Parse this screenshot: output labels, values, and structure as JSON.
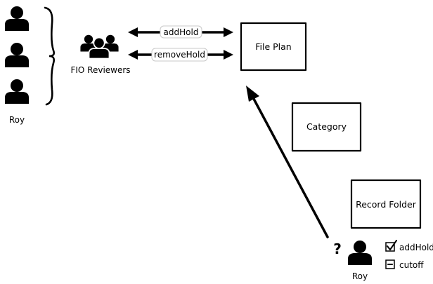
{
  "people": {
    "roy_group_label": "Roy",
    "reviewers_label": "FIO Reviewers",
    "roy_bottom_label": "Roy"
  },
  "relations": {
    "add_hold": "addHold",
    "remove_hold": "removeHold"
  },
  "boxes": {
    "file_plan": "File Plan",
    "category": "Category",
    "record_folder": "Record Folder"
  },
  "question_mark": "?",
  "capabilities": [
    {
      "label": "addHold",
      "state": "checked"
    },
    {
      "label": "cutoff",
      "state": "indeterminate"
    }
  ]
}
